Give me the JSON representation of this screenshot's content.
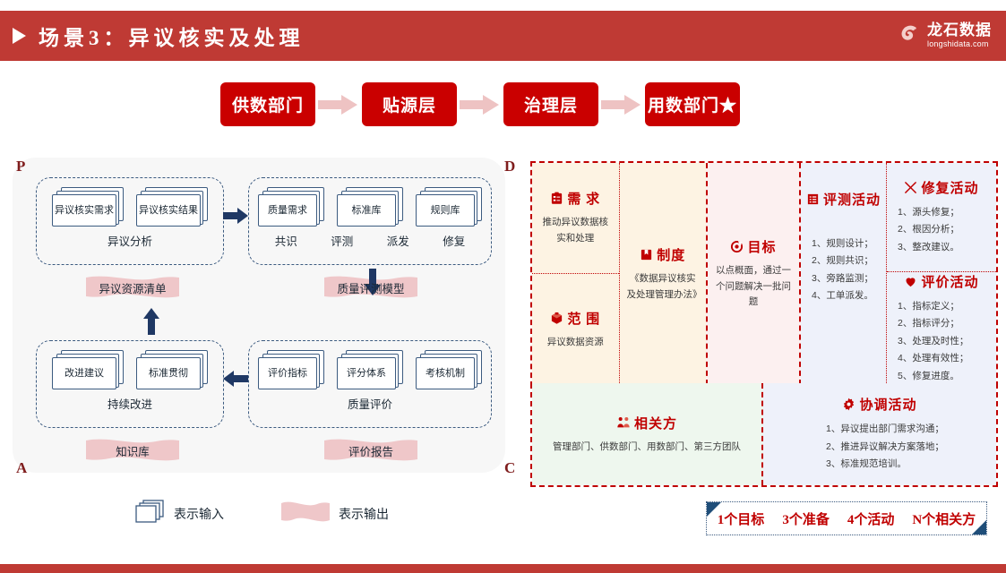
{
  "header": {
    "title": "场景3：异议核实及处理",
    "triangle_icon": "play-triangle-icon",
    "logo_cn": "龙石数据",
    "logo_en": "longshidata.com",
    "bar_color": "#bf3a34"
  },
  "flow": {
    "boxes": [
      "供数部门",
      "贴源层",
      "治理层",
      "用数部门★"
    ],
    "arrow_color": "#eec3c3",
    "box_color": "#ca0000"
  },
  "pdca": {
    "corners": {
      "p": "P",
      "d": "D",
      "a": "A",
      "c": "C"
    },
    "quadrants": [
      {
        "key": "p",
        "docs": [
          "异议核实需求",
          "异议核实结果"
        ],
        "label": "异议分析",
        "sublabels": [],
        "output": "异议资源清单"
      },
      {
        "key": "d",
        "docs": [
          "质量需求",
          "标准库",
          "规则库"
        ],
        "label": "",
        "sublabels": [
          "共识",
          "评测",
          "派发",
          "修复"
        ],
        "output": "质量评测模型"
      },
      {
        "key": "a",
        "docs": [
          "改进建议",
          "标准贯彻"
        ],
        "label": "持续改进",
        "sublabels": [],
        "output": "知识库"
      },
      {
        "key": "c",
        "docs": [
          "评价指标",
          "评分体系",
          "考核机制"
        ],
        "label": "质量评价",
        "sublabels": [],
        "output": "评价报告"
      }
    ],
    "flag_color": "#efc7c9",
    "doc_border": "#3c5b80"
  },
  "right_panel": {
    "requirement": {
      "icon": "clipboard-checklist-icon",
      "title": "需 求",
      "body": "推动异议数据核实和处理"
    },
    "scope": {
      "icon": "cube-box-icon",
      "title": "范 围",
      "body": "异议数据资源"
    },
    "system": {
      "icon": "book-icon",
      "title": "制度",
      "body": "《数据异议核实及处理管理办法》"
    },
    "goal": {
      "icon": "target-icon",
      "title": "目标",
      "body": "以点概面，通过一个问题解决一批问题"
    },
    "assess_activity": {
      "icon": "list-board-icon",
      "title": "评测活动",
      "items": [
        "1、规则设计；",
        "2、规则共识；",
        "3、旁路监测；",
        "4、工单派发。"
      ]
    },
    "repair_activity": {
      "icon": "tools-cross-icon",
      "title": "修复活动",
      "items": [
        "1、源头修复；",
        "2、根因分析；",
        "3、整改建议。"
      ]
    },
    "evaluate_activity": {
      "icon": "heart-medal-icon",
      "title": "评价活动",
      "items": [
        "1、指标定义；",
        "2、指标评分；",
        "3、处理及时性；",
        "4、处理有效性；",
        "5、修复进度。"
      ]
    },
    "stakeholders": {
      "icon": "people-group-icon",
      "title": "相关方",
      "body": "管理部门、供数部门、用数部门、第三方团队"
    },
    "coordinate_activity": {
      "icon": "gear-icon",
      "title": "协调活动",
      "items": [
        "1、异议提出部门需求沟通；",
        "2、推进异议解决方案落地；",
        "3、标准规范培训。"
      ]
    },
    "border_color": "#c00000"
  },
  "legend": {
    "input_icon": "document-stack-icon",
    "input_label": "表示输入",
    "output_icon": "flag-ribbon-icon",
    "output_label": "表示输出"
  },
  "summary": {
    "items": [
      "1个目标",
      "3个准备",
      "4个活动",
      "N个相关方"
    ],
    "corner_color": "#1f4e79"
  }
}
